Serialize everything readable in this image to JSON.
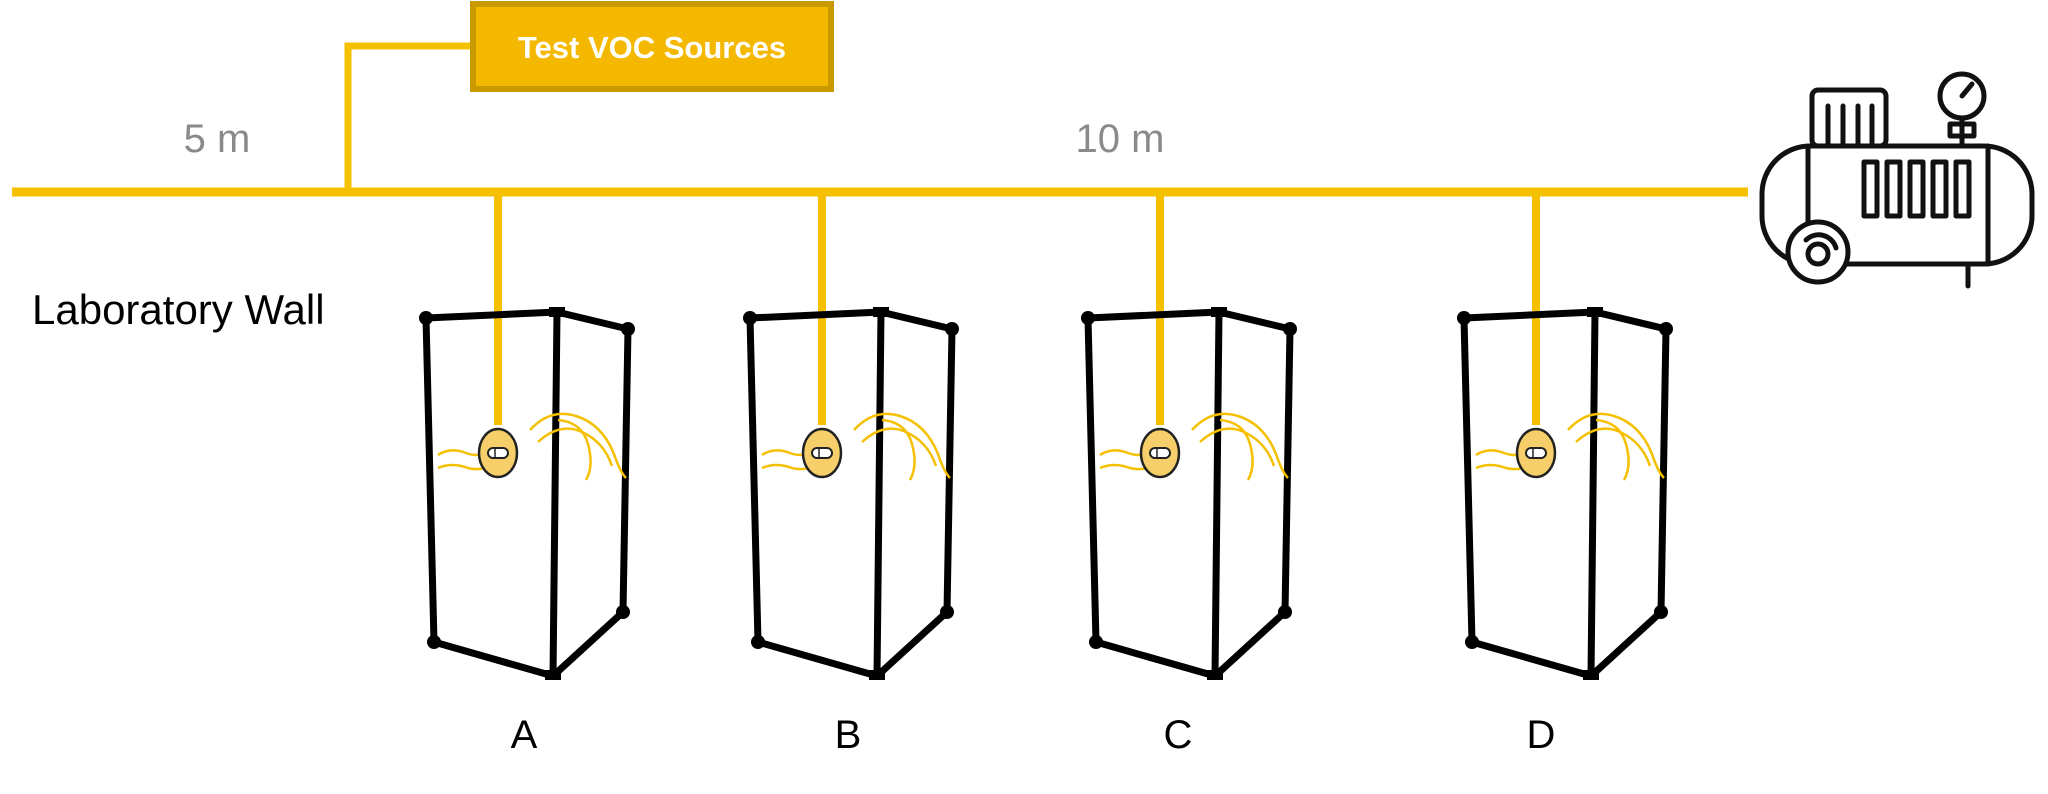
{
  "source_box": {
    "label": "Test VOC Sources"
  },
  "distances": {
    "left": "5 m",
    "right": "10 m"
  },
  "wall_label": "Laboratory Wall",
  "chambers": [
    {
      "label": "A"
    },
    {
      "label": "B"
    },
    {
      "label": "C"
    },
    {
      "label": "D"
    }
  ],
  "compressor": {
    "icon": "air-compressor-icon"
  },
  "colors": {
    "line": "#F5C000",
    "box_fill": "#F5B800",
    "box_border": "#C99A00",
    "box_text": "#ffffff",
    "distance_text": "#8a8a8a",
    "frame": "#000000",
    "inlet_fill": "#F7CF6A"
  }
}
